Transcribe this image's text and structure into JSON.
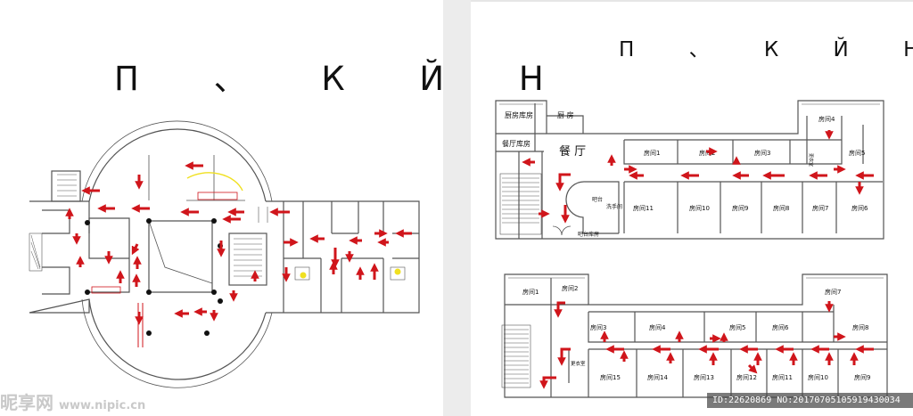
{
  "left_title": "П 、 К Й Н",
  "right_title": "П 、 К Й Н",
  "top_floor": {
    "row1": [
      "厨房库房",
      "厨  房",
      "餐厅库房"
    ],
    "dining": "餐  厅",
    "rooms_upper": [
      "房间1",
      "房间2",
      "房间3",
      "房间4",
      "房间5"
    ],
    "rooms_lower": [
      "房间11",
      "房间10",
      "房间9",
      "房间8",
      "房间7",
      "房间6"
    ],
    "small": [
      "洗手间",
      "吧台",
      "更衣室",
      "吧台库房"
    ]
  },
  "bottom_floor": {
    "rooms_top": [
      "房间1",
      "房间2",
      "房间7"
    ],
    "rooms_upper": [
      "房间3",
      "房间4",
      "房间5",
      "房间6",
      "房间8"
    ],
    "rooms_lower": [
      "房间15",
      "房间14",
      "房间13",
      "房间12",
      "房间11",
      "房间10",
      "房间9"
    ],
    "small": [
      "更衣室"
    ]
  },
  "watermark": {
    "brand": "昵享网",
    "url": "www.nipic.cn"
  },
  "image_id": "ID:22620869 NO:20170705105919430034",
  "colors": {
    "arrow": "#d0151b",
    "wall": "#555555",
    "accent": "#f0e020"
  }
}
